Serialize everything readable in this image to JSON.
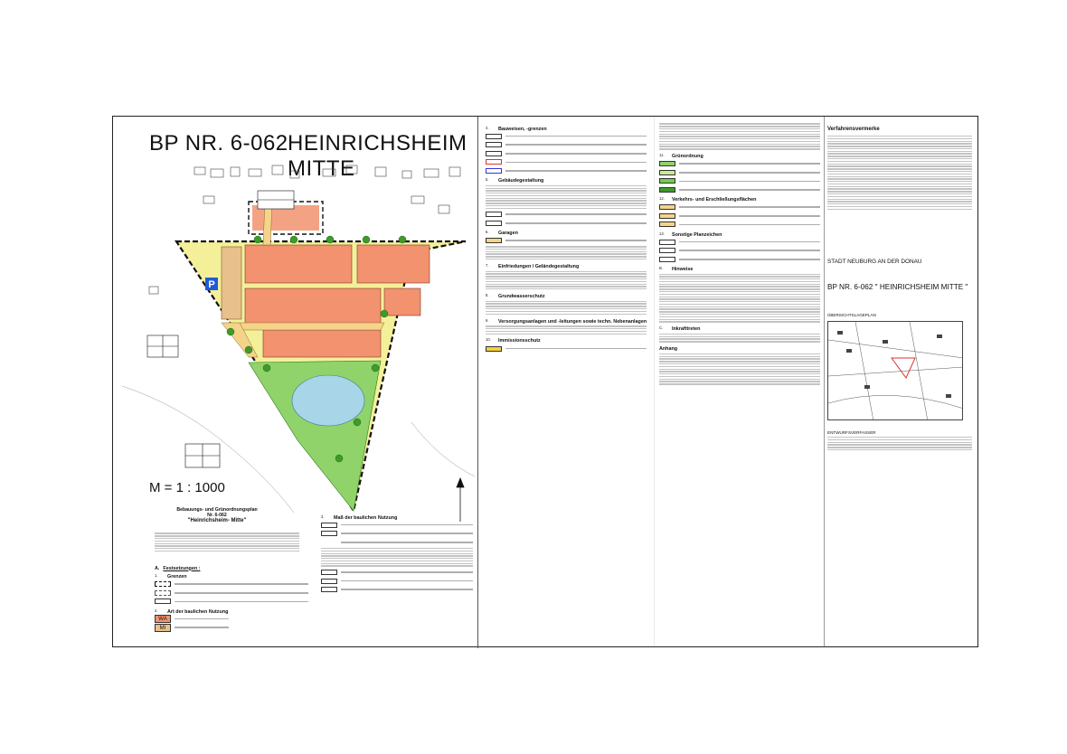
{
  "sheet": {
    "title_left": "BP NR. 6-062",
    "title_right": "HEINRICHSHEIM MITTE",
    "scale": "M = 1 : 1000",
    "plan_caption_1": "Bebauungs- und Grünordnungsplan",
    "plan_caption_2": "Nr. 6-062",
    "plan_caption_3": "\"Heinrichsheim- Mitte\""
  },
  "legend_a": {
    "heading_a": "A.",
    "heading_a_label": "Festsetzungen :",
    "s1": "1.",
    "s1_label": "Grenzen",
    "s2": "2.",
    "s2_label": "Art der baulichen Nutzung",
    "wa": "WA",
    "mi": "MI",
    "s3": "3.",
    "s3_label": "Maß der baulichen Nutzung"
  },
  "legend_b": {
    "s4": "4.",
    "s4_label": "Bauweisen, -grenzen",
    "s5": "5.",
    "s5_label": "Gebäudegestaltung",
    "s6": "6.",
    "s6_label": "Garagen",
    "s7": "7.",
    "s7_label": "Einfriedungen / Geländegestaltung",
    "s8": "8.",
    "s8_label": "Grundwasserschutz",
    "s9": "9.",
    "s9_label": "Versorgungsanlagen und -leitungen sowie techn. Nebenanlagen",
    "s10": "10.",
    "s10_label": "Immissionsschutz"
  },
  "legend_c": {
    "s11": "11.",
    "s11_label": "Grünordnung",
    "s12": "12.",
    "s12_label": "Verkehrs- und Erschließungsflächen",
    "s13": "13.",
    "s13_label": "Sonstige Planzeichen",
    "hb": "B.",
    "hb_label": "Hinweise",
    "hc": "C.",
    "hc_label": "Inkrafttreten",
    "hd": "Anhang"
  },
  "right": {
    "verfahren": "Verfahrensvermerke",
    "city": "STADT NEUBURG AN DER DONAU",
    "bp_title": "BP  NR. 6-062  \" HEINRICHSHEIM MITTE \"",
    "overview": "ÜBERSICHTSLAGEPLAN",
    "entwurf": "ENTWURFSVERFASSER"
  },
  "colors": {
    "wa_fill": "#f2926f",
    "mi_fill": "#e8c08c",
    "garden": "#f4f09a",
    "green": "#8fd36a",
    "water": "#a8d5e8",
    "road": "#f5d48a",
    "frame": "#111111"
  },
  "icons": {
    "parking": "P"
  }
}
